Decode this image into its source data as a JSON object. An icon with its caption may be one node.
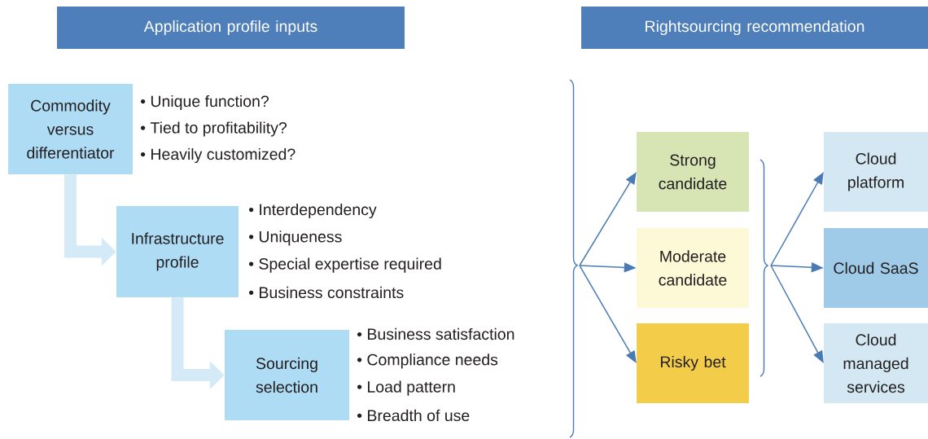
{
  "diagram": {
    "nodes": [
      {
        "text": [
          "Application profile inputs"
        ]
      },
      {
        "text": [
          "Rightsourcing recommendation"
        ]
      },
      {
        "text": [
          "Commodity versus differentiator"
        ],
        "beside": [
          "• Unique function?",
          "• Tied to profitability?",
          "• Heavily customized?"
        ]
      },
      {
        "text": [
          "Infrastructure profile"
        ],
        "beside": [
          "• Interdependency",
          "• Uniqueness",
          "• Special expertise required",
          "• Business constraints"
        ]
      },
      {
        "text": [
          "Sourcing selection"
        ],
        "beside": [
          "• Business satisfaction",
          "• Compliance needs",
          "• Load pattern",
          "• Breadth of use"
        ]
      },
      {
        "text": [
          "Strong candidate"
        ]
      },
      {
        "text": [
          "Moderate candidate"
        ]
      },
      {
        "text": [
          "Risky bet"
        ]
      },
      {
        "text": [
          "Cloud platform"
        ]
      },
      {
        "text": [
          "Cloud SaaS"
        ]
      },
      {
        "text": [
          "Cloud managed services"
        ]
      }
    ],
    "edges": [
      {
        "from": 2,
        "to": 3,
        "arrow": "to",
        "style": "thick",
        "color": "#d4eaf6"
      },
      {
        "from": 3,
        "to": 4,
        "arrow": "to",
        "style": "thick",
        "color": "#d4eaf6"
      },
      {
        "from": null,
        "to": 5,
        "arrow": "to"
      },
      {
        "from": null,
        "to": 6,
        "arrow": "to"
      },
      {
        "from": null,
        "to": 7,
        "arrow": "to"
      },
      {
        "from": null,
        "to": 8,
        "arrow": "to"
      },
      {
        "from": null,
        "to": 9,
        "arrow": "to"
      },
      {
        "from": null,
        "to": 10,
        "arrow": "to"
      }
    ]
  }
}
